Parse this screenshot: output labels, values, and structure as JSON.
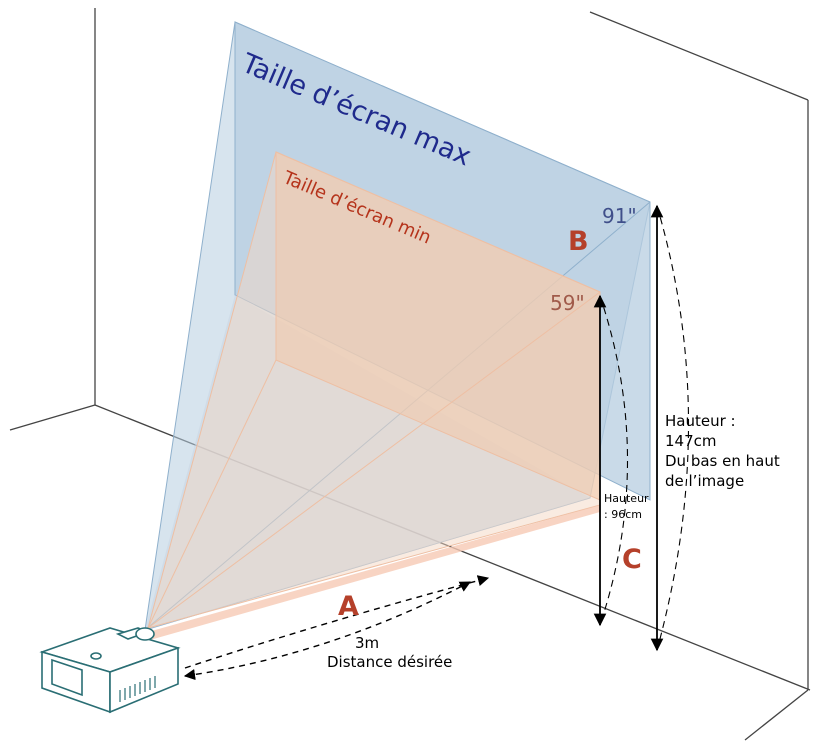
{
  "labels": {
    "max_title": "Taille d’écran max",
    "min_title": "Taille d’écran min",
    "max_size": "91\"",
    "min_size": "59\"",
    "letter_a": "A",
    "letter_b": "B",
    "letter_c": "C",
    "distance_value": "3m",
    "distance_caption": "Distance désirée",
    "max_height_line1": "Hauteur :",
    "max_height_line2": "147cm",
    "max_height_line3": "Du bas en haut",
    "max_height_line4": "de l’image",
    "min_height_line1": "Hauteur",
    "min_height_line2": ": 96cm"
  },
  "colors": {
    "max_fill": "#b7cde0",
    "max_edge": "#8fb0cc",
    "min_fill": "#f4d7c3",
    "min_edge": "#eebfa3",
    "max_text": "#1f2a8c",
    "min_text": "#b5331b",
    "letter": "#b5402a",
    "size_max_text": "#3f4f8a",
    "size_min_text": "#a05a4a"
  }
}
